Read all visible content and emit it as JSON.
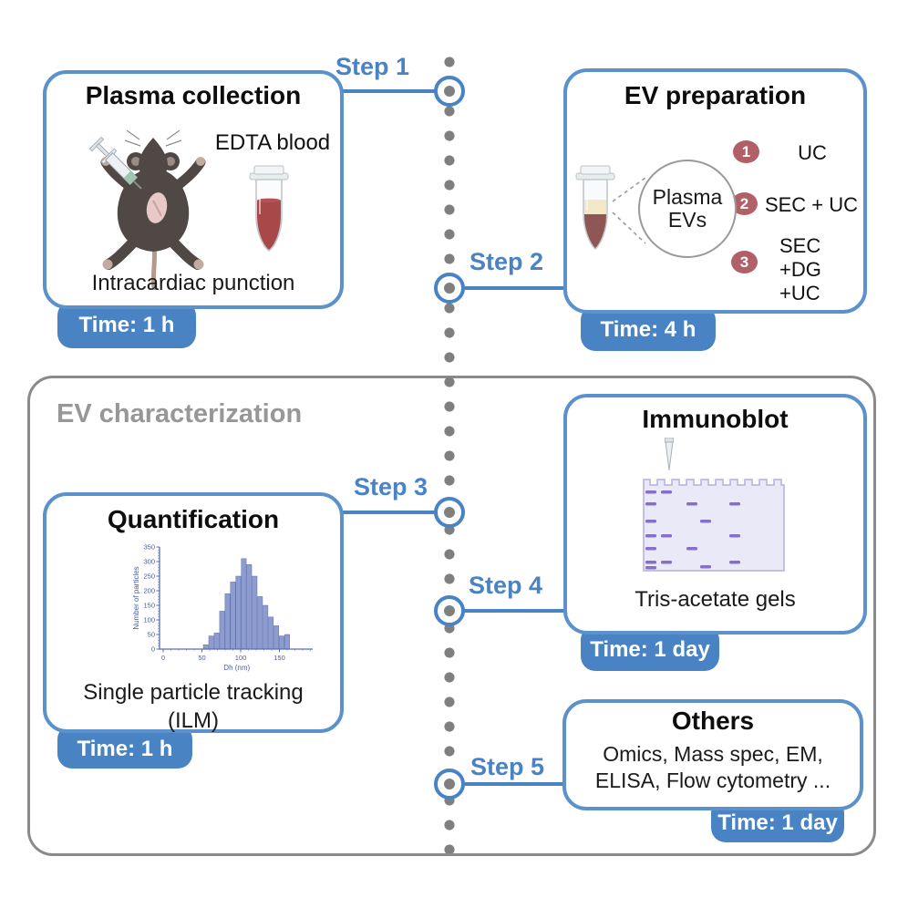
{
  "figure": {
    "kind": "workflow-diagram",
    "colors": {
      "accent_blue": "#4a83c4",
      "box_border_blue": "#5b92cc",
      "timeline_dot_gray": "#7f7f7f",
      "outer_frame_gray": "#8a8a8a",
      "section_label_gray": "#979797",
      "method_circle_red": "#b06066",
      "blood_red": "#a84848",
      "plasma_cream": "#f2e8c9",
      "gel_lavender": "#eae9f8",
      "gel_band_purple": "#7d62c2",
      "histogram_bar": "#8d9cce"
    }
  },
  "steps": [
    {
      "label": "Step 1"
    },
    {
      "label": "Step 2"
    },
    {
      "label": "Step 3"
    },
    {
      "label": "Step 4"
    },
    {
      "label": "Step 5"
    }
  ],
  "boxes": {
    "plasma_collection": {
      "title": "Plasma collection",
      "tube_label": "EDTA blood",
      "caption": "Intracardiac punction",
      "time": "Time: 1 h"
    },
    "ev_preparation": {
      "title": "EV preparation",
      "magnifier_lines": [
        "Plasma",
        "EVs"
      ],
      "methods": [
        {
          "num": "1",
          "label": "UC"
        },
        {
          "num": "2",
          "label": "SEC + UC"
        },
        {
          "num": "3",
          "label": "SEC +DG +UC",
          "lines": [
            "SEC",
            "+DG",
            "+UC"
          ]
        }
      ],
      "time": "Time: 4 h"
    },
    "characterization": {
      "title": "EV characterization"
    },
    "quantification": {
      "title": "Quantification",
      "caption_lines": [
        "Single particle tracking",
        "(ILM)"
      ],
      "time": "Time: 1 h"
    },
    "immunoblot": {
      "title": "Immunoblot",
      "caption": "Tris-acetate gels",
      "time": "Time: 1 day"
    },
    "others": {
      "title": "Others",
      "caption_lines": [
        "Omics, Mass spec, EM,",
        "ELISA, Flow cytometry ..."
      ],
      "time": "Time: 1 day"
    }
  },
  "chart_data": {
    "type": "bar",
    "title": "",
    "xlabel": "Dh (nm)",
    "ylabel": "Number of particles",
    "x_ticks": [
      0,
      50,
      100,
      150
    ],
    "y_ticks": [
      0,
      50,
      100,
      150,
      200,
      250,
      300,
      350
    ],
    "xlim": [
      0,
      190
    ],
    "ylim": [
      0,
      350
    ],
    "grid": false,
    "legend": "none",
    "bin_centers_nm": [
      55,
      62,
      69,
      76,
      83,
      90,
      97,
      104,
      111,
      118,
      125,
      132,
      139,
      146,
      153,
      160
    ],
    "values": [
      15,
      45,
      55,
      130,
      190,
      230,
      250,
      310,
      290,
      250,
      180,
      150,
      110,
      80,
      45,
      50
    ],
    "bar_color": "#8d9cce",
    "axis_color": "#5a6db5"
  }
}
